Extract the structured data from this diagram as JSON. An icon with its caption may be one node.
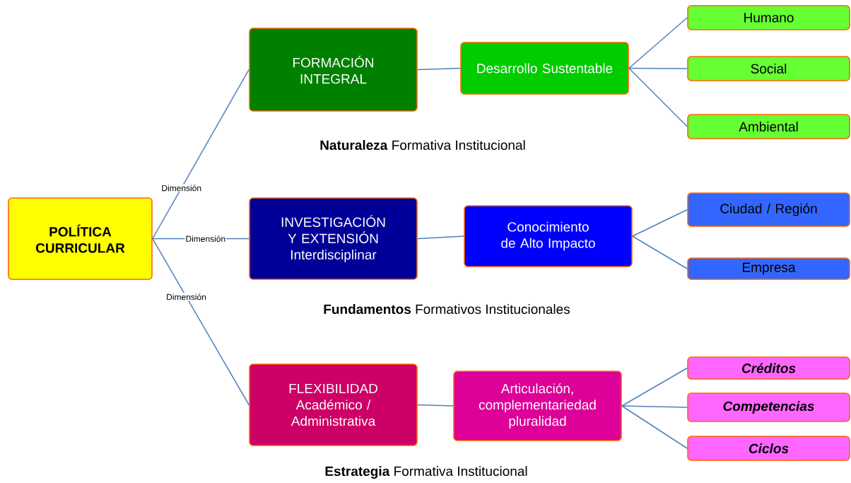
{
  "diagram": {
    "nodes": [
      {
        "text": [
          "POLÍTICA CURRICULAR"
        ]
      },
      {
        "text": [
          "FORMACIÓN INTEGRAL"
        ]
      },
      {
        "text": [
          "Desarrollo Sustentable"
        ]
      },
      {
        "text": [
          "Humano"
        ]
      },
      {
        "text": [
          "Social"
        ]
      },
      {
        "text": [
          "Ambiental"
        ]
      },
      {
        "text": [
          "INVESTIGACIÓN Y EXTENSIÓN Interdisciplinar"
        ]
      },
      {
        "text": [
          "Conocimiento de Alto Impacto"
        ]
      },
      {
        "text": [
          "Ciudad / Región"
        ]
      },
      {
        "text": [
          "Empresa"
        ]
      },
      {
        "text": [
          "FLEXIBILIDAD Académico / Administrativa"
        ]
      },
      {
        "text": [
          "Articulación, complementariedad pluralidad"
        ]
      },
      {
        "text": [
          "Créditos"
        ]
      },
      {
        "text": [
          "Competencias"
        ]
      },
      {
        "text": [
          "Ciclos"
        ]
      }
    ],
    "edges": [
      {
        "from": 0,
        "to": 1,
        "arrow": "none",
        "label": "Dimensión"
      },
      {
        "from": 0,
        "to": 6,
        "arrow": "none",
        "label": "Dimensión"
      },
      {
        "from": 0,
        "to": 10,
        "arrow": "none",
        "label": "Dimensión"
      },
      {
        "from": 1,
        "to": 2,
        "arrow": "none"
      },
      {
        "from": 2,
        "to": 3,
        "arrow": "none"
      },
      {
        "from": 2,
        "to": 4,
        "arrow": "none"
      },
      {
        "from": 2,
        "to": 5,
        "arrow": "none"
      },
      {
        "from": 6,
        "to": 7,
        "arrow": "none"
      },
      {
        "from": 7,
        "to": 8,
        "arrow": "none"
      },
      {
        "from": 7,
        "to": 9,
        "arrow": "none"
      },
      {
        "from": 10,
        "to": 11,
        "arrow": "none"
      },
      {
        "from": 11,
        "to": 12,
        "arrow": "none"
      },
      {
        "from": 11,
        "to": 13,
        "arrow": "none"
      },
      {
        "from": 11,
        "to": 14,
        "arrow": "none"
      }
    ],
    "labels": [
      "**Naturaleza** Formativa Institucional",
      "**Fundamentos** Formativos Institucionales",
      "**Estrategia** Formativa Institucional"
    ]
  }
}
